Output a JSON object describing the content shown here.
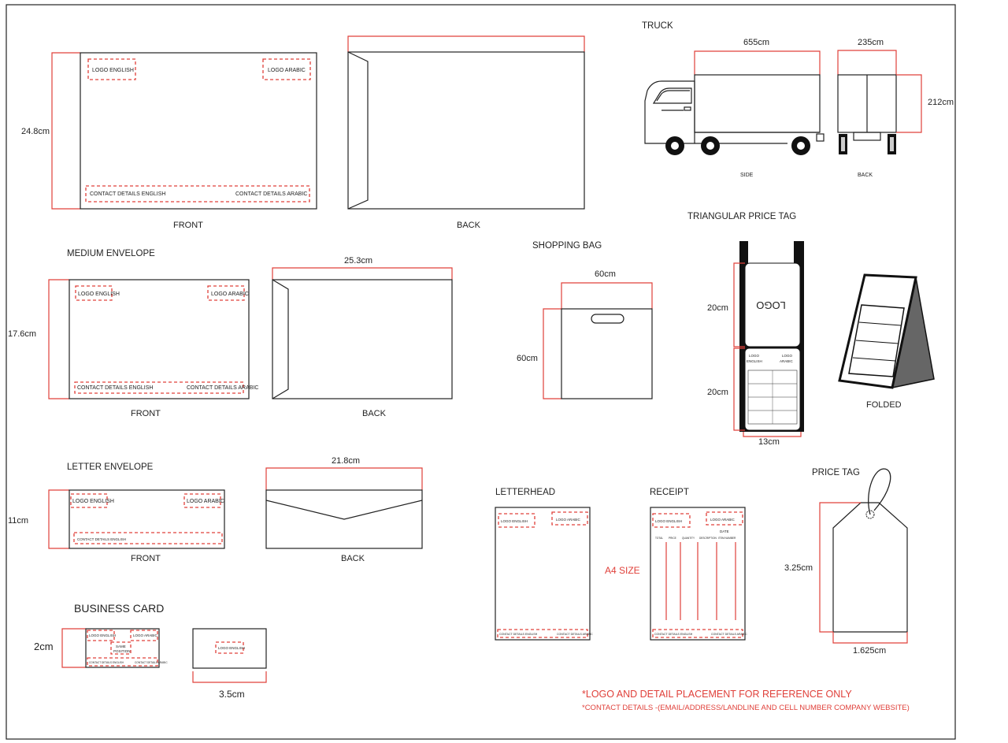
{
  "colors": {
    "accent_red": "#e0403a",
    "line": "#222222"
  },
  "large_envelope": {
    "height": "24.8cm",
    "logo_english": "LOGO ENGLISH",
    "logo_arabic": "LOGO ARABIC",
    "contact_english": "CONTACT DETAILS ENGLISH",
    "contact_arabic": "CONTACT DETAILS ARABIC",
    "front": "FRONT",
    "back": "BACK"
  },
  "medium_envelope": {
    "title": "MEDIUM ENVELOPE",
    "width": "25.3cm",
    "height": "17.6cm",
    "logo_english": "LOGO ENGLISH",
    "logo_arabic": "LOGO ARABIC",
    "contact_english": "CONTACT DETAILS ENGLISH",
    "contact_arabic": "CONTACT DETAILS ARABIC",
    "front": "FRONT",
    "back": "BACK"
  },
  "letter_envelope": {
    "title": "LETTER ENVELOPE",
    "width": "21.8cm",
    "height": "11cm",
    "logo_english": "LOGO ENGLISH",
    "logo_arabic": "LOGO ARABIC",
    "contact_english": "CONTACT DETAILS ENGLISH",
    "front": "FRONT",
    "back": "BACK"
  },
  "business_card": {
    "title": "BUSINESS CARD",
    "height": "2cm",
    "width": "3.5cm",
    "logo_english": "LOGO ENGLISH",
    "logo_arabic": "LOGO ARABIC",
    "same_position_1": "SAME",
    "same_position_2": "POSITION",
    "contact_english": "CONTACT DETAILS ENGLISH",
    "contact_arabic": "CONTACT DETAILS ARABIC",
    "back_logo": "LOGO ENGLISH"
  },
  "truck": {
    "title": "TRUCK",
    "length": "655cm",
    "width": "235cm",
    "height": "212cm",
    "side": "SIDE",
    "back": "BACK"
  },
  "shopping_bag": {
    "title": "SHOPPING BAG",
    "width": "60cm",
    "height": "60cm"
  },
  "triangular_price_tag": {
    "title": "TRIANGULAR PRICE TAG",
    "height_top": "20cm",
    "height_bottom": "20cm",
    "width": "13cm",
    "logo": "LOGO",
    "logo_english_1": "LOGO",
    "logo_english_2": "ENGLISH",
    "logo_arabic_1": "LOGO",
    "logo_arabic_2": "ARABIC",
    "folded": "FOLDED"
  },
  "letterhead": {
    "title": "LETTERHEAD",
    "logo_english": "LOGO ENGLISH",
    "logo_arabic": "LOGO ARABIC",
    "contact_english": "CONTACT DETAILS ENGLISH",
    "contact_arabic": "CONTACT DETAILS ARABIC"
  },
  "a4_size": "A4 SIZE",
  "receipt": {
    "title": "RECEIPT",
    "logo_english": "LOGO ENGLISH",
    "logo_arabic": "LOGO ARABIC",
    "date": "DATE",
    "col_total": "TOTAL",
    "col_price": "PRICE",
    "col_quantity": "QUANTITY",
    "col_description": "DESCRIPTION",
    "col_item_number": "ITEM NUMBER",
    "contact_english": "CONTACT DETAILS ENGLISH",
    "contact_arabic": "CONTACT DETAILS ARABIC"
  },
  "price_tag": {
    "title": "PRICE TAG",
    "height": "3.25cm",
    "width": "1.625cm"
  },
  "notes": {
    "line1": "*LOGO AND DETAIL PLACEMENT FOR REFERENCE ONLY",
    "line2": "*CONTACT DETAILS -(EMAIL/ADDRESS/LANDLINE AND CELL NUMBER COMPANY WEBSITE)"
  }
}
